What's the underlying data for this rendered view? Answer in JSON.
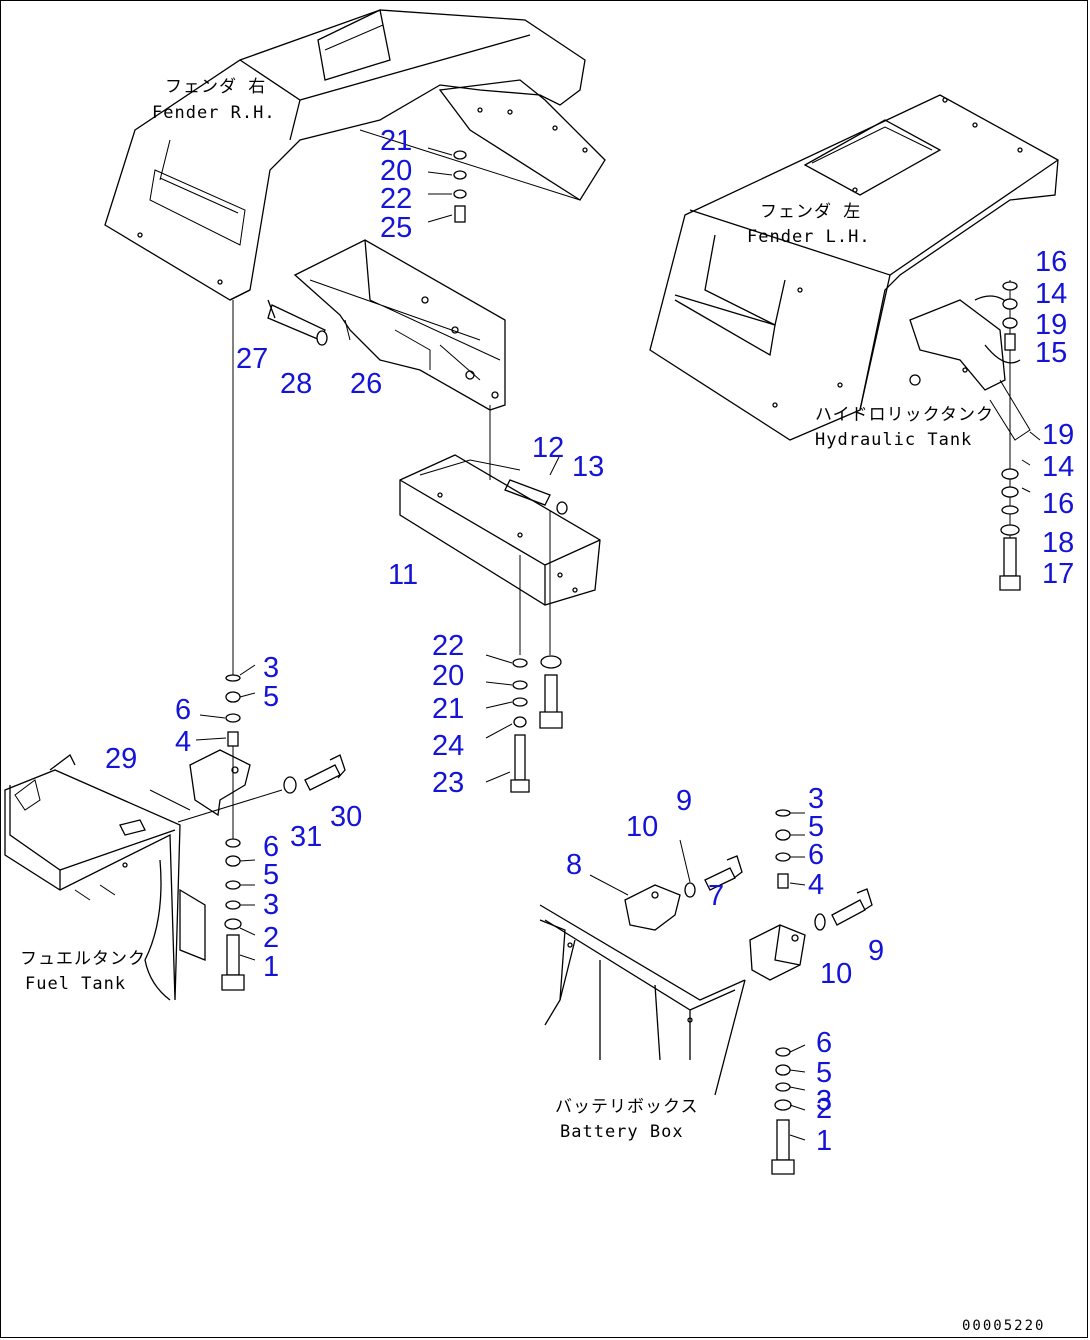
{
  "labels": {
    "fender_rh_jp": "フェンダ 右",
    "fender_rh_en": "Fender R.H.",
    "fender_lh_jp": "フェンダ 左",
    "fender_lh_en": "Fender L.H.",
    "hydraulic_tank_jp": "ハイドロリックタンク",
    "hydraulic_tank_en": "Hydraulic Tank",
    "fuel_tank_jp": "フュエルタンク",
    "fuel_tank_en": "Fuel Tank",
    "battery_box_jp": "バッテリボックス",
    "battery_box_en": "Battery Box"
  },
  "drawing_code": "00005220",
  "callouts": {
    "c21a": "21",
    "c20a": "20",
    "c22a": "22",
    "c25": "25",
    "c27": "27",
    "c28": "28",
    "c26": "26",
    "c12": "12",
    "c13": "13",
    "c11": "11",
    "c22b": "22",
    "c20b": "20",
    "c21b": "21",
    "c24": "24",
    "c23": "23",
    "c16a": "16",
    "c14a": "14",
    "c19a": "19",
    "c15": "15",
    "c19b": "19",
    "c14b": "14",
    "c16b": "16",
    "c18": "18",
    "c17": "17",
    "c3a": "3",
    "c5a": "5",
    "c6a": "6",
    "c4a": "4",
    "c29": "29",
    "c30": "30",
    "c31": "31",
    "c6b": "6",
    "c5b": "5",
    "c3b": "3",
    "c2a": "2",
    "c1a": "1",
    "c9a": "9",
    "c10a": "10",
    "c8": "8",
    "c7": "7",
    "c3c": "3",
    "c5c": "5",
    "c6c": "6",
    "c4b": "4",
    "c9b": "9",
    "c10b": "10",
    "c6d": "6",
    "c5d": "5",
    "c3d": "3",
    "c2b": "2",
    "c1b": "1"
  },
  "colors": {
    "callout": "#1414d8",
    "line": "#000000",
    "background": "#ffffff"
  }
}
